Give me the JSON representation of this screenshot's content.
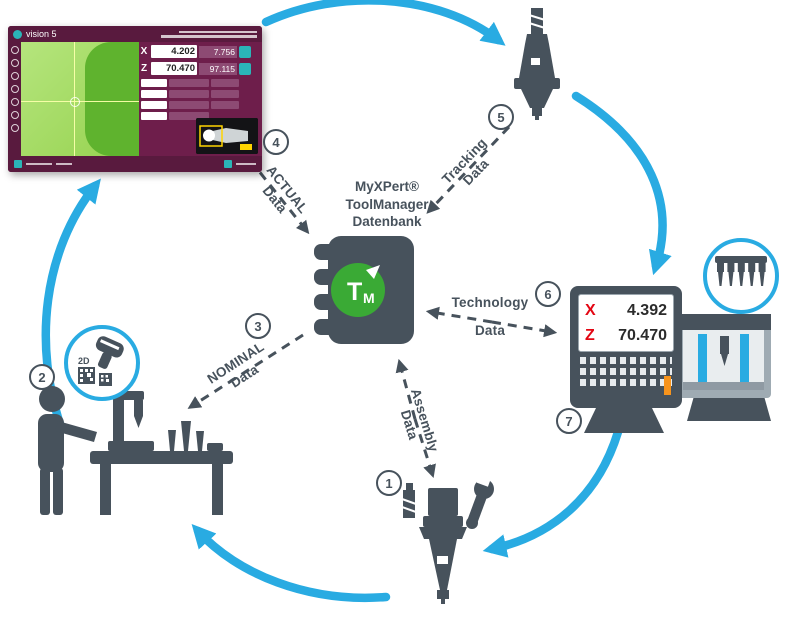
{
  "title": {
    "l1": "MyXPert®",
    "l2": "ToolManager",
    "l3": "Datenbank"
  },
  "tm": {
    "t": "T",
    "m": "M"
  },
  "steps": [
    "1",
    "2",
    "3",
    "4",
    "5",
    "6",
    "7"
  ],
  "labels": {
    "actual": {
      "line1": "ACTUAL",
      "line2": "Data"
    },
    "tracking": {
      "line1": "Tracking",
      "line2": "Data"
    },
    "nominal": {
      "line1": "NOMINAL",
      "line2": "Data"
    },
    "technology": {
      "line1": "Technology",
      "line2": "Data"
    },
    "assembly": {
      "line1": "Assembly",
      "line2": "Data"
    }
  },
  "cnc": {
    "x_label": "X",
    "x_value": "4.392",
    "z_label": "Z",
    "z_value": "70.470"
  },
  "vision5": {
    "app_name": "vision 5",
    "x_label": "X",
    "x_value": "4.202",
    "x_aux": "7.756",
    "z_label": "Z",
    "z_value": "70.470",
    "z_aux": "97.115"
  },
  "scanner": {
    "label": "2D"
  },
  "colors": {
    "accent_blue": "#29abe2",
    "dark_gray": "#47525c",
    "green": "#3aaa35",
    "signal_red": "#e30613",
    "vision_maroon": "#6e1e4b",
    "camera_green": "#96d24f",
    "orange": "#f7941d"
  }
}
